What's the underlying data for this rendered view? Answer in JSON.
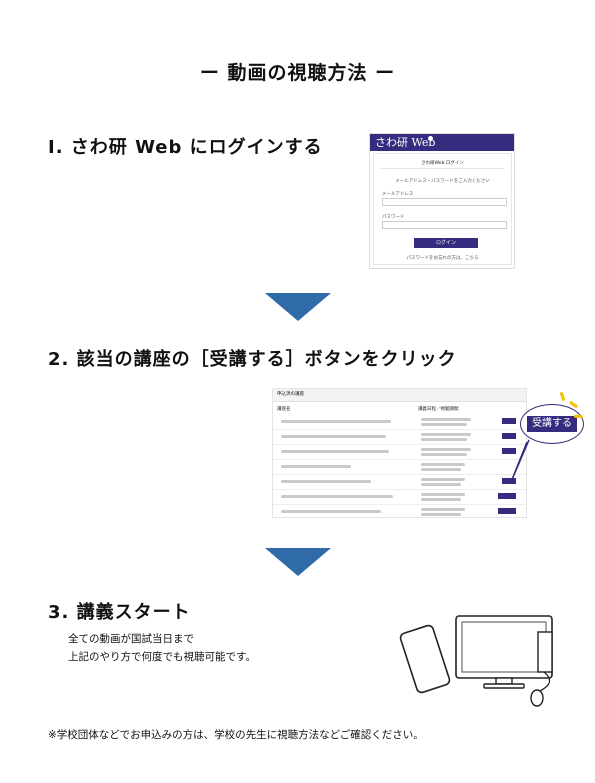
{
  "title": "ー 動画の視聴方法 ー",
  "steps": [
    {
      "label": "Ⅰ. さわ研 Web にログインする"
    },
    {
      "label": "2. 該当の講座の［受講する］ボタンをクリック"
    },
    {
      "label": "3. 講義スタート"
    }
  ],
  "login": {
    "brand": "さわ研 Web",
    "heading": "さわ研Web ログイン",
    "instruction": "メールアドレス・パスワードをご入力ください",
    "email_label": "メールアドレス",
    "password_label": "パスワード",
    "button": "ログイン",
    "forgot": "パスワードをお忘れの方は、こちら"
  },
  "course_table": {
    "header": "申込済の講座",
    "col_name": "講座名",
    "col_date": "講義日程／視聴期間"
  },
  "bubble_label": "受講する",
  "step3_text": [
    "全ての動画が国試当日まで",
    "上記のやり方で何度でも視聴可能です。"
  ],
  "footnote": "※学校団体などでお申込みの方は、学校の先生に視聴方法などご確認ください。",
  "colors": {
    "accent": "#352c7f",
    "arrow": "#2f6aa9",
    "spark": "#f2c200"
  }
}
